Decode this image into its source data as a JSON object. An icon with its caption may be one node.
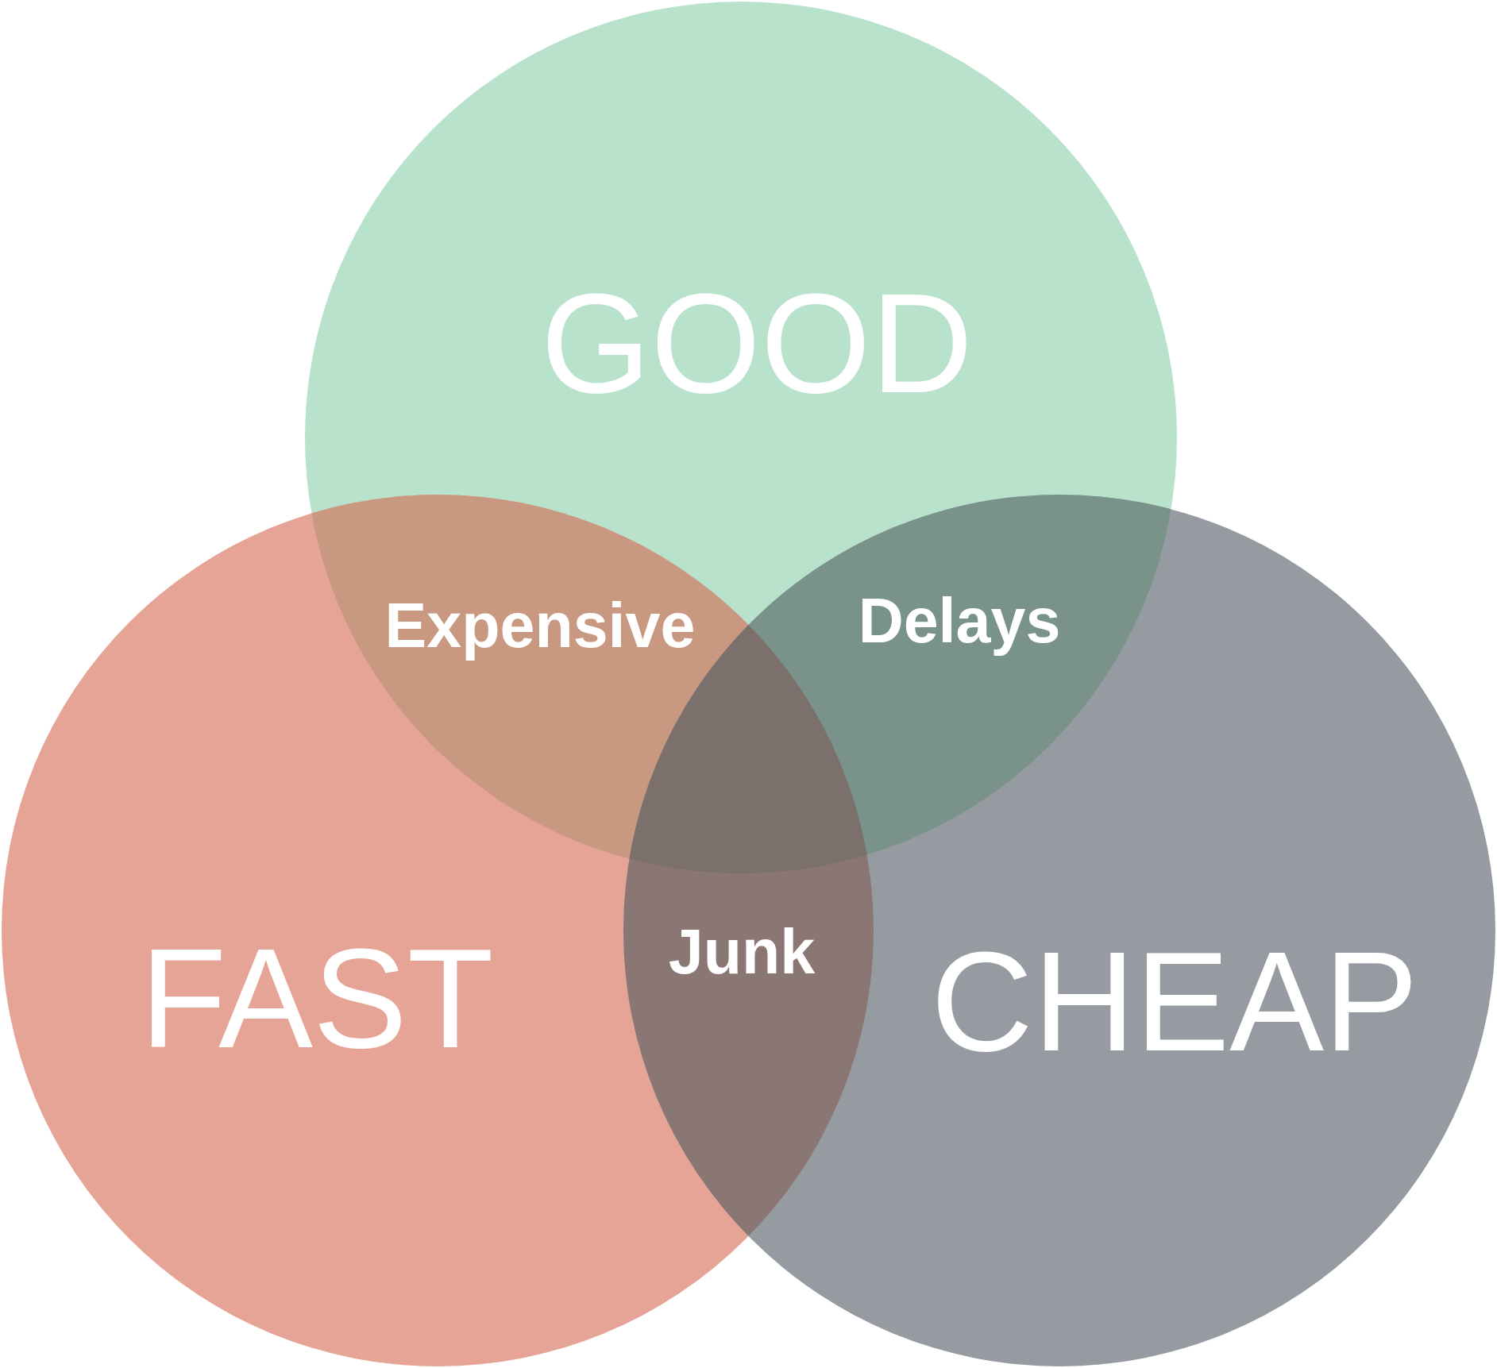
{
  "diagram": {
    "nodes": [
      {
        "text": [
          "GOOD"
        ]
      },
      {
        "text": [
          "FAST"
        ]
      },
      {
        "text": [
          "CHEAP"
        ]
      }
    ],
    "labels": [
      "Expensive",
      "Delays",
      "Junk"
    ]
  }
}
